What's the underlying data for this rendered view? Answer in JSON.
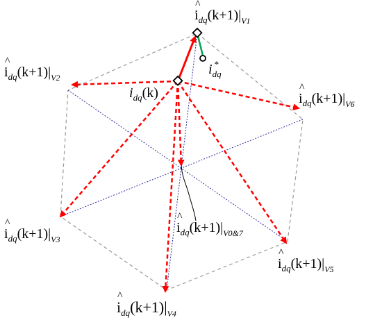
{
  "labels": {
    "v1": {
      "main": "i",
      "sub": "dq",
      "arg": "(k+1)",
      "bar": "|",
      "vsub": "V1"
    },
    "v2": {
      "main": "i",
      "sub": "dq",
      "arg": "(k+1)",
      "bar": "|",
      "vsub": "V2"
    },
    "v3": {
      "main": "i",
      "sub": "dq",
      "arg": "(k+1)",
      "bar": "|",
      "vsub": "V3"
    },
    "v4": {
      "main": "i",
      "sub": "dq",
      "arg": "(k+1)",
      "bar": "|",
      "vsub": "V4"
    },
    "v5": {
      "main": "i",
      "sub": "dq",
      "arg": "(k+1)",
      "bar": "|",
      "vsub": "V5"
    },
    "v6": {
      "main": "i",
      "sub": "dq",
      "arg": "(k+1)",
      "bar": "|",
      "vsub": "V6"
    },
    "v07": {
      "main": "i",
      "sub": "dq",
      "arg": "(k+1)",
      "bar": "|",
      "vsub": "V0&7"
    },
    "current": {
      "main": "i",
      "sub": "dq",
      "arg": "(k)"
    },
    "reference": {
      "main": "i",
      "sub": "dq",
      "sup": "*"
    }
  },
  "colors": {
    "hexagon": "#999999",
    "prediction_arrow": "#ff0000",
    "error_line": "#00a050",
    "diagonal": "#2a2aa0"
  }
}
